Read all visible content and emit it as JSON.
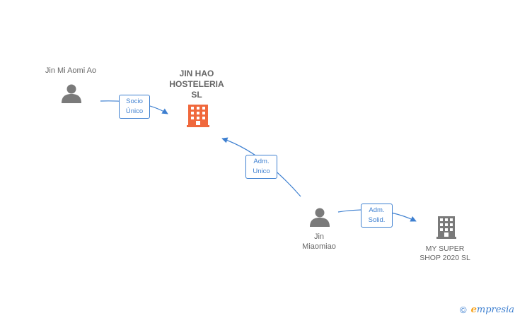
{
  "nodes": {
    "person_1": {
      "label": "Jin Mi Aomi Ao",
      "icon": "person-icon"
    },
    "company_main": {
      "label": "JIN HAO\nHOSTELERIA\nSL",
      "icon": "building-icon",
      "color": "#f0683c"
    },
    "person_2": {
      "label": "Jin\nMiaomiao",
      "icon": "person-icon"
    },
    "company_2": {
      "label": "MY SUPER\nSHOP 2020  SL",
      "icon": "building-icon",
      "color": "#7a7a7a"
    }
  },
  "edges": {
    "e1": {
      "label": "Socio\nÚnico"
    },
    "e2": {
      "label": "Adm.\nUnico"
    },
    "e3": {
      "label": "Adm.\nSolid."
    }
  },
  "colors": {
    "edge": "#3d7fd0",
    "person": "#7a7a7a",
    "text": "#666666"
  },
  "footer": {
    "copyright": "©",
    "brand_first": "e",
    "brand_rest": "mpresia"
  }
}
